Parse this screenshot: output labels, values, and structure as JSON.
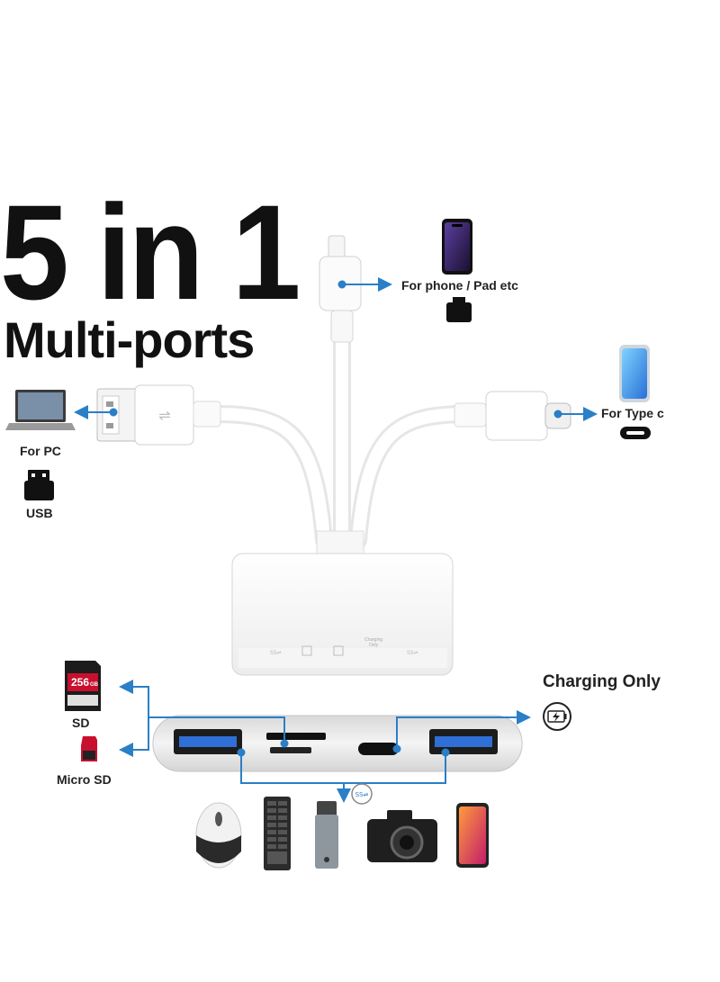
{
  "headline": {
    "main": "5 in 1",
    "sub": "Multi-ports"
  },
  "labels": {
    "phone": "For phone / Pad etc",
    "type_c": "For Type c",
    "pc": "For PC",
    "usb": "USB",
    "charging": "Charging Only",
    "sd": "SD",
    "micro_sd": "Micro SD"
  },
  "hub_port_labels": {
    "charging": "Charging Only"
  },
  "sd_card": {
    "capacity": "256",
    "unit": "GB"
  },
  "colors": {
    "accent": "#2a7fc7",
    "cable": "#ffffff",
    "text": "#111111"
  },
  "icons": [
    "laptop-icon",
    "smartphone-icon",
    "lightning-adapter-icon",
    "usb-a-icon",
    "usb-c-port-icon",
    "battery-charge-icon",
    "sd-card-icon",
    "micro-sd-icon",
    "mouse-icon",
    "keyboard-icon",
    "flash-drive-icon",
    "camera-icon",
    "usb3-logo-icon"
  ]
}
